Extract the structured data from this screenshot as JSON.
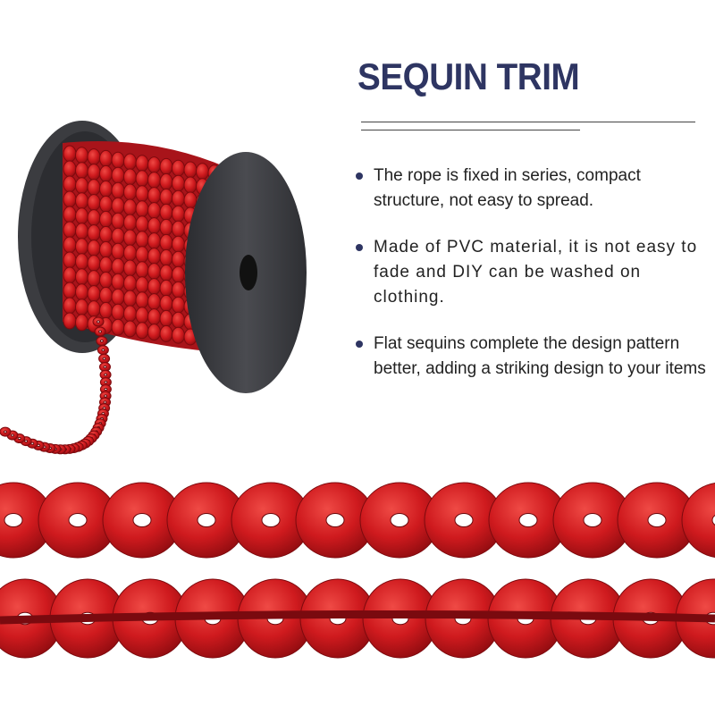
{
  "title": "SEQUIN TRIM",
  "colors": {
    "title": "#2e3562",
    "sequin": "#c8161b",
    "spool": "#3a3b3f"
  },
  "bullets": [
    "The rope is fixed in series, compact structure, not easy to spread.",
    "Made of PVC material, it is not easy to fade and DIY can be washed on clothing.",
    "Flat sequins complete the design pattern better, adding a striking design to your items"
  ]
}
